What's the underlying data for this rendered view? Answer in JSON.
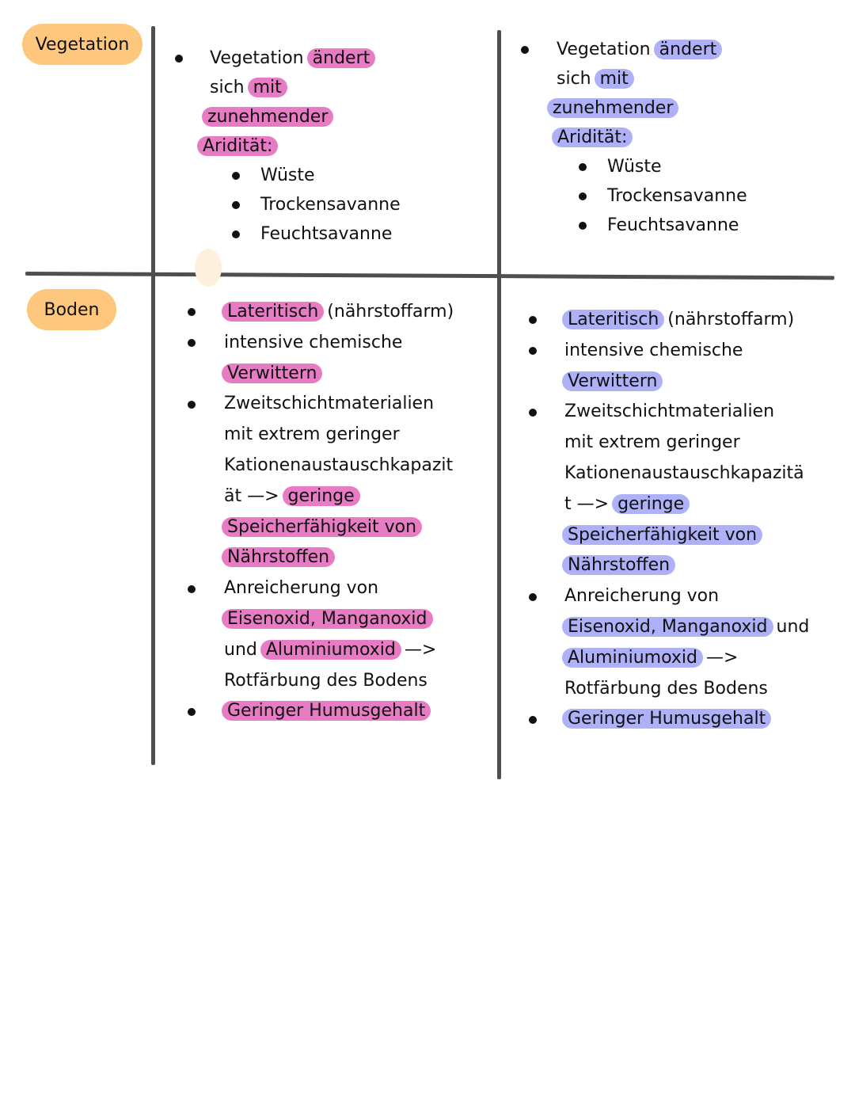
{
  "colors": {
    "label": "#fdc77d",
    "highlight_left": "#e87cc4",
    "highlight_right": "#aeb0f8",
    "rule": "#4f4f4f"
  },
  "rows": [
    {
      "label": "Vegetation"
    },
    {
      "label": "Boden"
    }
  ],
  "cells": [
    {
      "id": "vegetation-left",
      "highlight": "pink",
      "lines": [
        {
          "bullet": 1,
          "segs": [
            {
              "t": "Vegetation"
            },
            {
              "t": "ändert",
              "hl": true
            }
          ]
        },
        {
          "segs": [
            {
              "t": "sich"
            },
            {
              "t": "mit",
              "hl": true
            }
          ]
        },
        {
          "segs": [
            {
              "t": "zunehmender",
              "hl": true
            }
          ]
        },
        {
          "segs": [
            {
              "t": "Aridität:",
              "hl": true
            }
          ]
        },
        {
          "bullet": 2,
          "segs": [
            {
              "t": "Wüste"
            }
          ]
        },
        {
          "bullet": 2,
          "segs": [
            {
              "t": "Trockensavanne"
            }
          ]
        },
        {
          "bullet": 2,
          "segs": [
            {
              "t": "Feuchtsavanne"
            }
          ]
        }
      ]
    },
    {
      "id": "vegetation-right",
      "highlight": "blue",
      "lines": [
        {
          "bullet": 1,
          "segs": [
            {
              "t": "Vegetation"
            },
            {
              "t": "ändert",
              "hl": true
            }
          ]
        },
        {
          "segs": [
            {
              "t": "sich"
            },
            {
              "t": "mit",
              "hl": true
            }
          ]
        },
        {
          "segs": [
            {
              "t": "zunehmender",
              "hl": true
            }
          ]
        },
        {
          "segs": [
            {
              "t": "Aridität:",
              "hl": true
            }
          ]
        },
        {
          "bullet": 2,
          "segs": [
            {
              "t": "Wüste"
            }
          ]
        },
        {
          "bullet": 2,
          "segs": [
            {
              "t": "Trockensavanne"
            }
          ]
        },
        {
          "bullet": 2,
          "segs": [
            {
              "t": "Feuchtsavanne"
            }
          ]
        }
      ]
    },
    {
      "id": "boden-left",
      "highlight": "pink",
      "lines": [
        {
          "bullet": 1,
          "segs": [
            {
              "t": "Lateritisch",
              "hl": true
            },
            {
              "t": "(nährstoffarm)"
            }
          ]
        },
        {
          "bullet": 1,
          "segs": [
            {
              "t": "intensive chemische"
            }
          ]
        },
        {
          "segs": [
            {
              "t": "Verwittern",
              "hl": true
            }
          ]
        },
        {
          "bullet": 1,
          "segs": [
            {
              "t": "Zweitschichtmaterialien"
            }
          ]
        },
        {
          "segs": [
            {
              "t": "mit extrem geringer"
            }
          ]
        },
        {
          "segs": [
            {
              "t": "Kationenaustauschkapazit"
            }
          ]
        },
        {
          "segs": [
            {
              "t": "ät —>"
            },
            {
              "t": "geringe",
              "hl": true
            }
          ]
        },
        {
          "segs": [
            {
              "t": "Speicherfähigkeit von",
              "hl": true
            }
          ]
        },
        {
          "segs": [
            {
              "t": "Nährstoffen",
              "hl": true
            }
          ]
        },
        {
          "bullet": 1,
          "segs": [
            {
              "t": "Anreicherung von"
            }
          ]
        },
        {
          "segs": [
            {
              "t": "Eisenoxid, Manganoxid",
              "hl": true
            }
          ]
        },
        {
          "segs": [
            {
              "t": "und"
            },
            {
              "t": "Aluminiumoxid",
              "hl": true
            },
            {
              "t": "—>"
            }
          ]
        },
        {
          "segs": [
            {
              "t": "Rotfärbung des Bodens"
            }
          ]
        },
        {
          "bullet": 1,
          "segs": [
            {
              "t": "Geringer Humusgehalt",
              "hl": true
            }
          ]
        }
      ]
    },
    {
      "id": "boden-right",
      "highlight": "blue",
      "lines": [
        {
          "bullet": 1,
          "segs": [
            {
              "t": "Lateritisch",
              "hl": true
            },
            {
              "t": "(nährstoffarm)"
            }
          ]
        },
        {
          "bullet": 1,
          "segs": [
            {
              "t": "intensive chemische"
            }
          ]
        },
        {
          "segs": [
            {
              "t": "Verwittern",
              "hl": true
            }
          ]
        },
        {
          "bullet": 1,
          "segs": [
            {
              "t": "Zweitschichtmaterialien"
            }
          ]
        },
        {
          "segs": [
            {
              "t": "mit extrem geringer"
            }
          ]
        },
        {
          "segs": [
            {
              "t": "Kationenaustauschkapazitä"
            }
          ]
        },
        {
          "segs": [
            {
              "t": "t —>"
            },
            {
              "t": "geringe",
              "hl": true
            }
          ]
        },
        {
          "segs": [
            {
              "t": "Speicherfähigkeit von",
              "hl": true
            }
          ]
        },
        {
          "segs": [
            {
              "t": "Nährstoffen",
              "hl": true
            }
          ]
        },
        {
          "bullet": 1,
          "segs": [
            {
              "t": "Anreicherung von"
            }
          ]
        },
        {
          "segs": [
            {
              "t": "Eisenoxid, Manganoxid",
              "hl": true
            },
            {
              "t": "und"
            }
          ]
        },
        {
          "segs": [
            {
              "t": "Aluminiumoxid",
              "hl": true
            },
            {
              "t": "—>"
            }
          ]
        },
        {
          "segs": [
            {
              "t": "Rotfärbung des Bodens"
            }
          ]
        },
        {
          "bullet": 1,
          "segs": [
            {
              "t": "Geringer Humusgehalt",
              "hl": true
            }
          ]
        }
      ]
    }
  ]
}
